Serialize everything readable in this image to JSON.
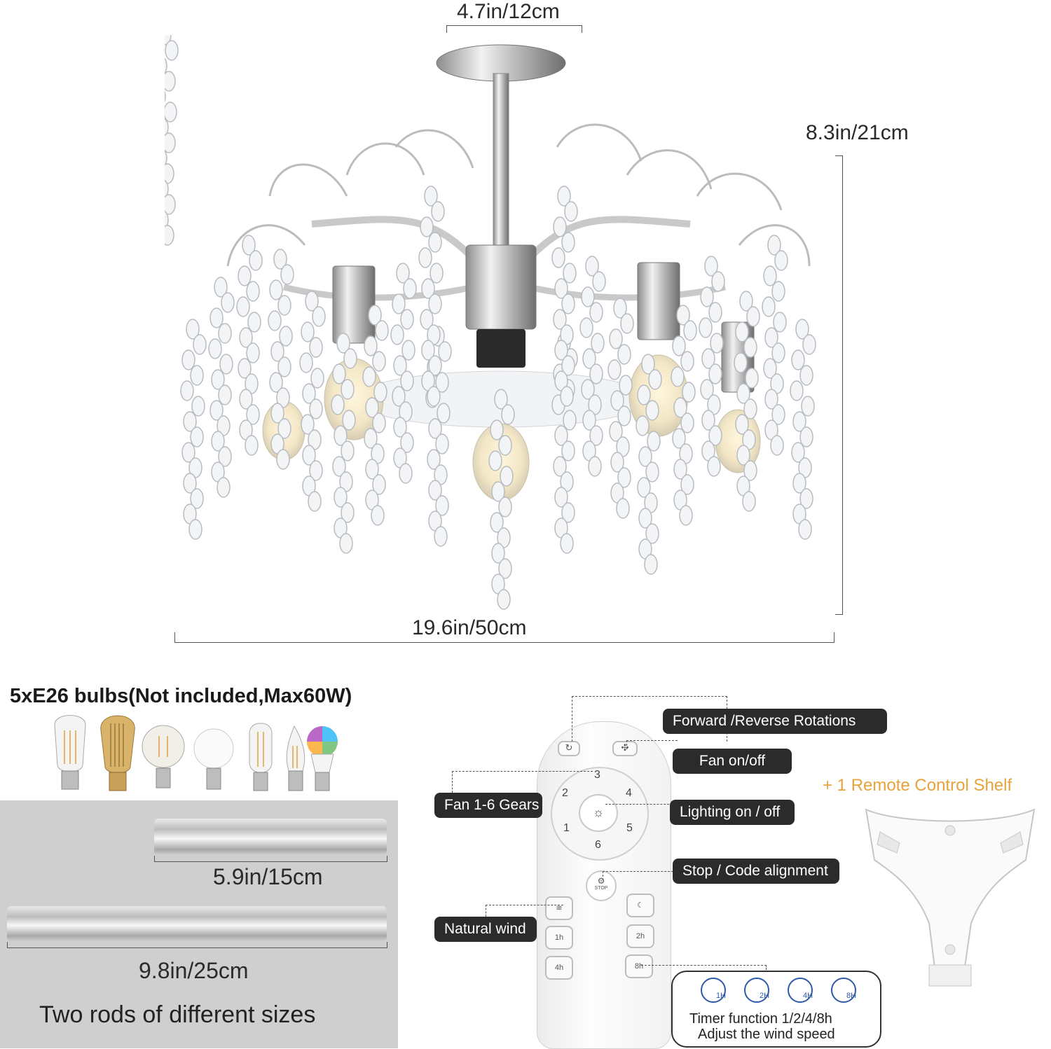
{
  "dimensions": {
    "canopy_width": "4.7in/12cm",
    "height": "8.3in/21cm",
    "width": "19.6in/50cm"
  },
  "bulbs": {
    "heading": "5xE26 bulbs(Not included,Max60W)",
    "icons": [
      "edison-st64-bulb-icon",
      "vintage-filament-bulb-icon",
      "globe-g25-bulb-icon",
      "frosted-globe-bulb-icon",
      "tubular-t10-bulb-icon",
      "candle-flame-tip-bulb-icon",
      "rgb-smart-bulb-icon"
    ]
  },
  "rods": {
    "short_length": "5.9in/15cm",
    "long_length": "9.8in/25cm",
    "caption": "Two rods of different sizes"
  },
  "remote": {
    "callouts": {
      "forward_reverse": "Forward /Reverse Rotations",
      "fan_on_off": "Fan on/off",
      "gears": "Fan 1-6 Gears",
      "lighting": "Lighting on / off",
      "stop": "Stop / Code alignment",
      "natural_wind": "Natural wind"
    },
    "gear_numbers": [
      "1",
      "2",
      "3",
      "4",
      "5",
      "6"
    ],
    "stop_label": "STOP",
    "timer_keys": [
      "1h",
      "2h",
      "4h",
      "8h"
    ],
    "timer_icons": [
      "1H",
      "2H",
      "4H",
      "8H"
    ],
    "timer_text_1": "Timer function 1/2/4/8h",
    "timer_text_2": "Adjust the wind speed"
  },
  "shelf": {
    "label": "+ 1 Remote Control Shelf"
  },
  "colors": {
    "accent_orange": "#e8a33b",
    "callout_bg": "#2b2b2b",
    "panel_gray": "#cfcfcf"
  }
}
